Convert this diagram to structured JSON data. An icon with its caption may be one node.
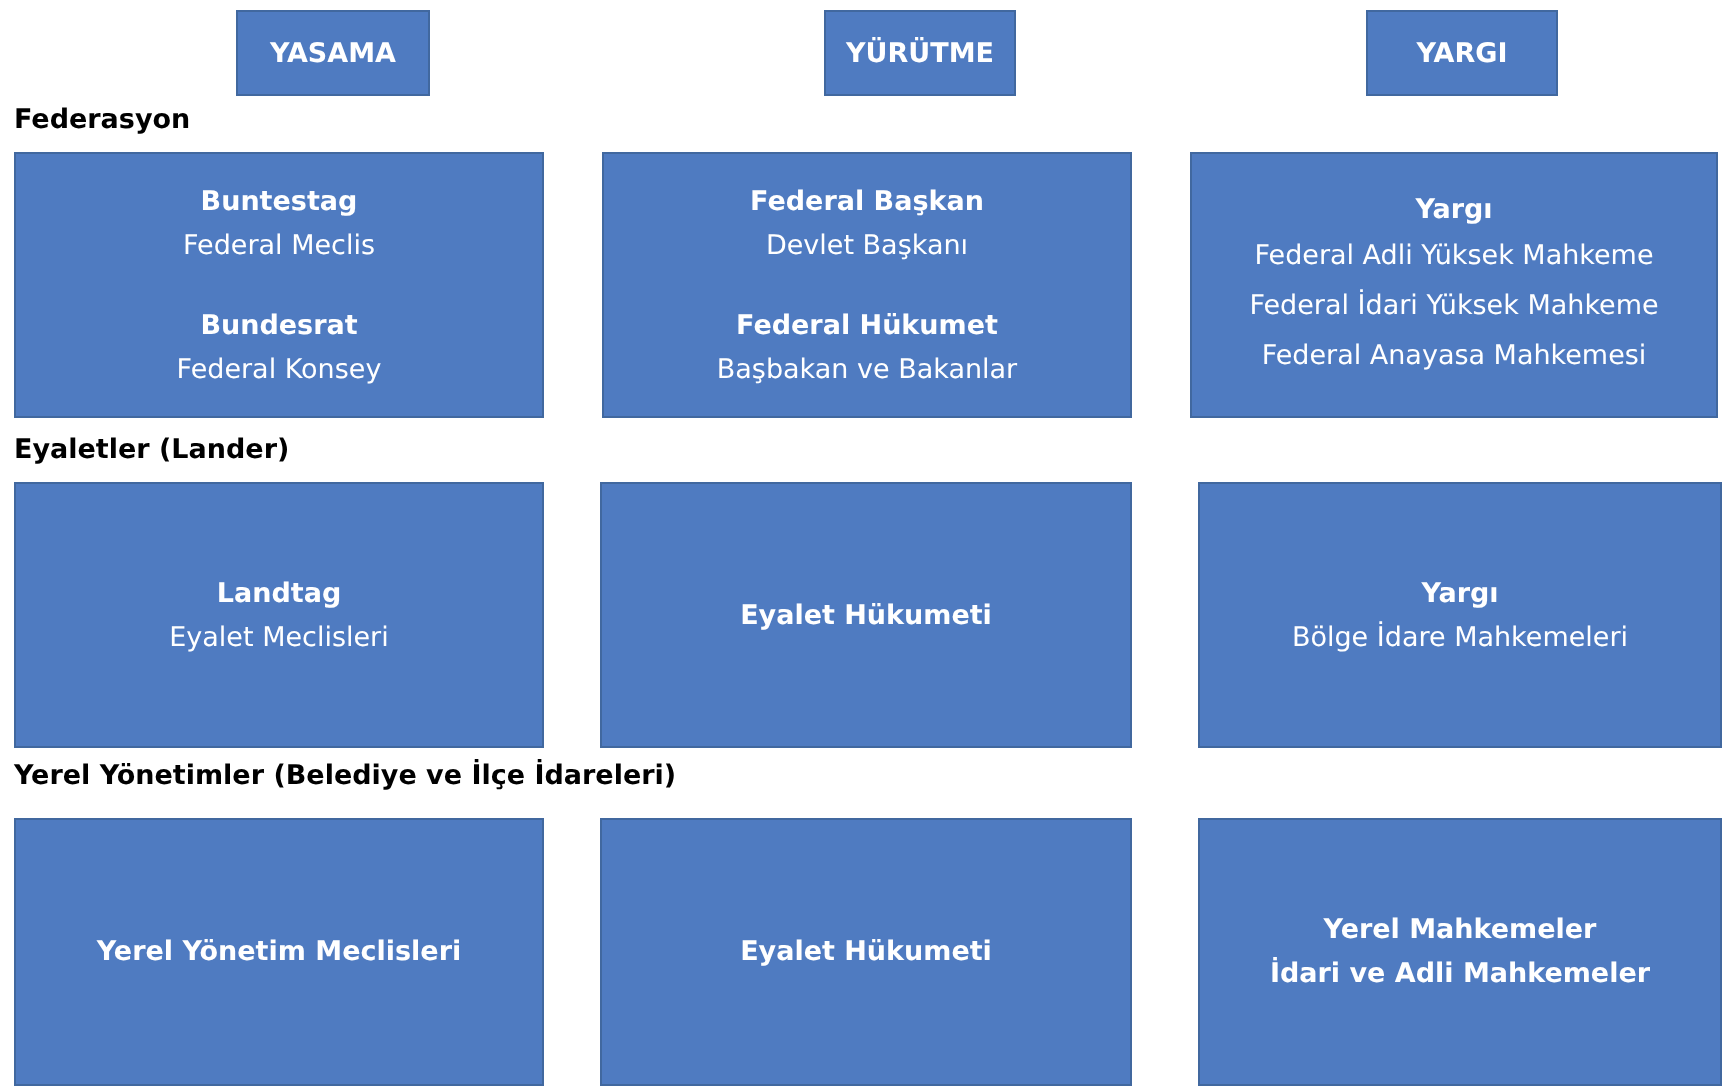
{
  "diagram": {
    "nodes": [
      {
        "text": [
          "YASAMA"
        ]
      },
      {
        "text": [
          "YÜRÜTME"
        ]
      },
      {
        "text": [
          "YARGI"
        ]
      },
      {
        "text": [
          "Buntestag",
          "Federal Meclis",
          "Bundesrat",
          "Federal Konsey"
        ]
      },
      {
        "text": [
          "Federal Başkan",
          "Devlet Başkanı",
          "Federal Hükumet",
          "Başbakan ve Bakanlar"
        ]
      },
      {
        "text": [
          "Yargı",
          "Federal Adli Yüksek Mahkeme",
          "Federal İdari Yüksek Mahkeme",
          "Federal Anayasa Mahkemesi"
        ]
      },
      {
        "text": [
          "Landtag",
          "Eyalet Meclisleri"
        ]
      },
      {
        "text": [
          "Eyalet Hükumeti"
        ]
      },
      {
        "text": [
          "Yargı",
          "Bölge İdare Mahkemeleri"
        ]
      },
      {
        "text": [
          "Yerel Yönetim Meclisleri"
        ]
      },
      {
        "text": [
          "Eyalet Hükumeti"
        ]
      },
      {
        "text": [
          "Yerel Mahkemeler",
          "İdari ve Adli Mahkemeler"
        ]
      }
    ],
    "labels": [
      "Federasyon",
      "Eyaletler (Lander)",
      "Yerel Yönetimler (Belediye ve İlçe İdareleri)"
    ]
  }
}
